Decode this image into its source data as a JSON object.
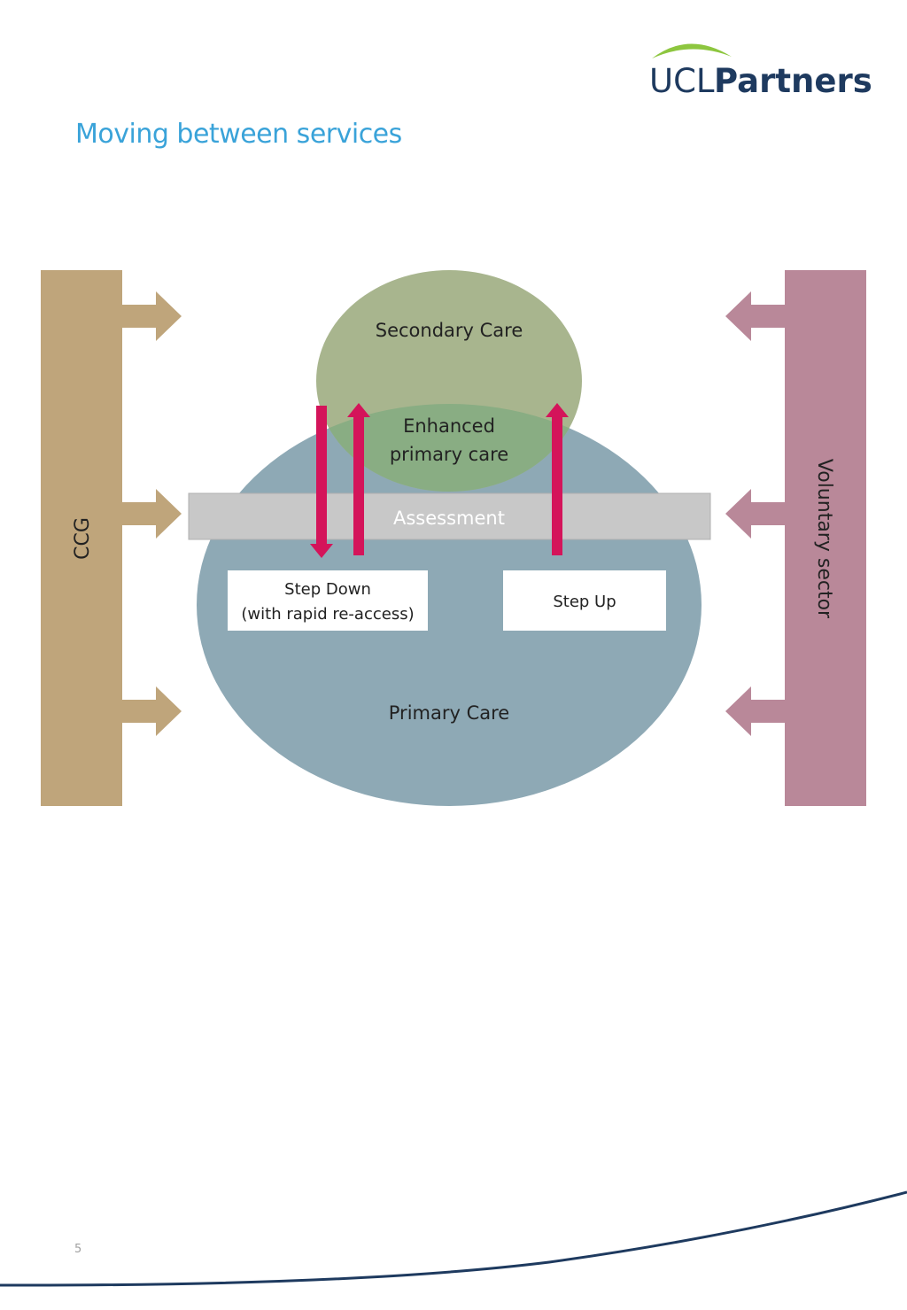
{
  "header": {
    "logo": {
      "part1": "UCL",
      "part2": "Partners",
      "arc_color": "#8dc63f"
    },
    "title": "Moving between services"
  },
  "diagram": {
    "left_bar": {
      "label": "CCG",
      "color": "#bfa57b"
    },
    "right_bar": {
      "label": "Voluntary sector",
      "color": "#b98899"
    },
    "secondary_care": {
      "label": "Secondary Care",
      "color": "#a8b58e"
    },
    "enhanced": {
      "line1": "Enhanced",
      "line2": "primary care",
      "color": "#89ad83"
    },
    "primary_care": {
      "label": "Primary Care",
      "color": "#8ea9b5"
    },
    "assessment": {
      "label": "Assessment",
      "color": "#c8c8c8"
    },
    "step_down": {
      "line1": "Step Down",
      "line2": "(with rapid re-access)"
    },
    "step_up": {
      "label": "Step Up"
    },
    "flow_arrow_color": "#d4145a"
  },
  "footer": {
    "page_number": "5",
    "curve_color": "#1e3a5f"
  }
}
